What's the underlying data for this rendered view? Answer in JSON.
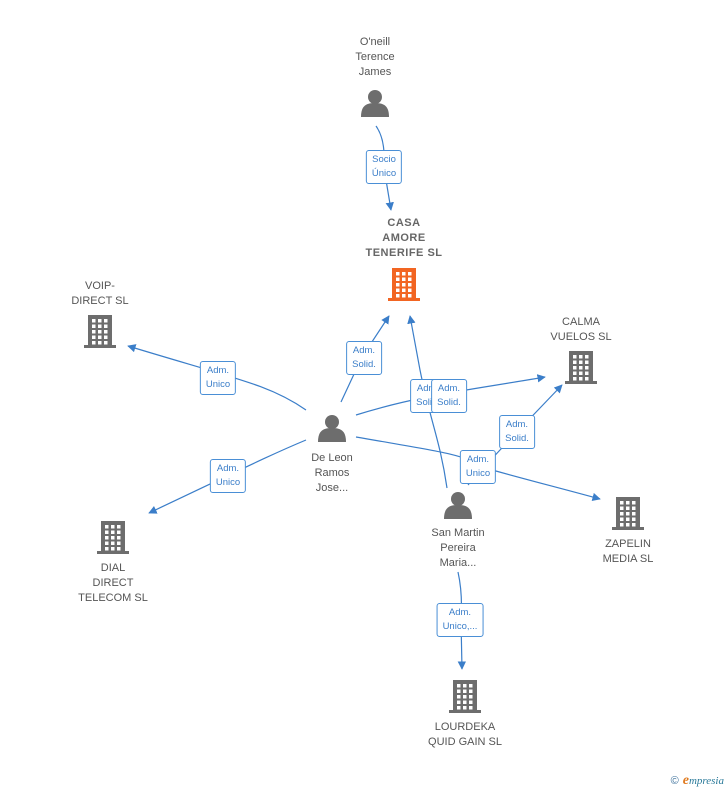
{
  "colors": {
    "edge": "#3b7ec9",
    "node": "#6d6d6d",
    "highlight": "#f26522"
  },
  "nodes": [
    {
      "id": "oneill",
      "type": "person",
      "label": "O'neill\nTerence\nJames"
    },
    {
      "id": "casa",
      "type": "company",
      "label": "CASA\nAMORE\nTENERIFE  SL",
      "highlight": true
    },
    {
      "id": "voip",
      "type": "company",
      "label": "VOIP-\nDIRECT SL"
    },
    {
      "id": "calma",
      "type": "company",
      "label": "CALMA\nVUELOS  SL"
    },
    {
      "id": "deleon",
      "type": "person",
      "label": "De Leon\nRamos\nJose..."
    },
    {
      "id": "dial",
      "type": "company",
      "label": "DIAL\nDIRECT\nTELECOM SL"
    },
    {
      "id": "sanmartin",
      "type": "person",
      "label": "San Martin\nPereira\nMaria..."
    },
    {
      "id": "zapelin",
      "type": "company",
      "label": "ZAPELIN\nMEDIA SL"
    },
    {
      "id": "lourdeka",
      "type": "company",
      "label": "LOURDEKA\nQUID GAIN  SL"
    }
  ],
  "edges": [
    {
      "from": "oneill",
      "to": "casa",
      "label": "Socio\nÚnico"
    },
    {
      "from": "deleon",
      "to": "voip",
      "label": "Adm.\nUnico"
    },
    {
      "from": "deleon",
      "to": "casa",
      "label": "Adm.\nSolid."
    },
    {
      "from": "deleon",
      "to": "calma",
      "label": "Adm.\nSolid."
    },
    {
      "from": "deleon",
      "to": "dial",
      "label": "Adm.\nUnico"
    },
    {
      "from": "deleon",
      "to": "zapelin",
      "label": "Adm.\nUnico"
    },
    {
      "from": "sanmartin",
      "to": "casa",
      "label": "Adm.\nSolid."
    },
    {
      "from": "sanmartin",
      "to": "calma",
      "label": "Adm.\nSolid."
    },
    {
      "from": "sanmartin",
      "to": "lourdeka",
      "label": "Adm.\nUnico,..."
    }
  ],
  "footer": {
    "copyright": "©",
    "brand_initial": "e",
    "brand_rest": "mpresia"
  }
}
